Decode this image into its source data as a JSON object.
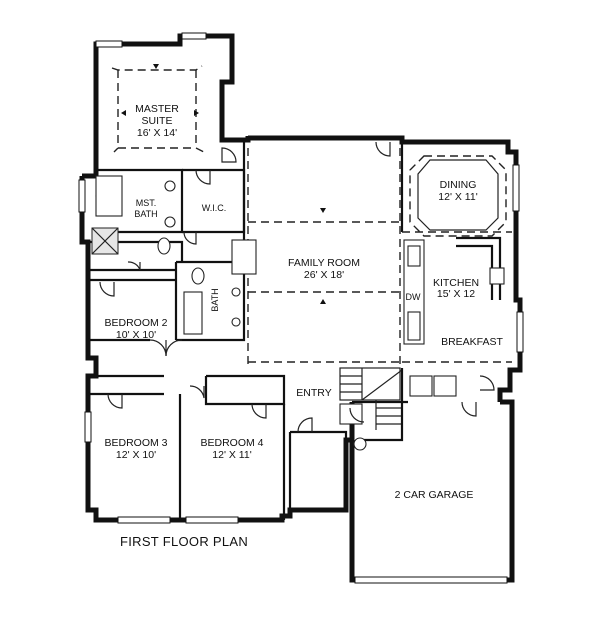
{
  "plan": {
    "title": "FIRST FLOOR PLAN",
    "rooms": {
      "master_suite": {
        "name_line1": "MASTER",
        "name_line2": "SUITE",
        "dims": "16' X 14'"
      },
      "mst_bath": {
        "name_line1": "MST.",
        "name_line2": "BATH"
      },
      "wic": {
        "name": "W.I.C."
      },
      "family_room": {
        "name": "FAMILY ROOM",
        "dims": "26' X 18'"
      },
      "dining": {
        "name": "DINING",
        "dims": "12' X 11'"
      },
      "kitchen": {
        "name": "KITCHEN",
        "dims": "15' X 12"
      },
      "dw": {
        "name": "DW"
      },
      "breakfast": {
        "name": "BREAKFAST"
      },
      "bath": {
        "name": "BATH"
      },
      "bedroom2": {
        "name": "BEDROOM 2",
        "dims": "10' X 10'"
      },
      "entry": {
        "name": "ENTRY"
      },
      "bedroom3": {
        "name": "BEDROOM 3",
        "dims": "12' X 10'"
      },
      "bedroom4": {
        "name": "BEDROOM 4",
        "dims": "12' X 11'"
      },
      "garage": {
        "name": "2 CAR GARAGE"
      }
    }
  }
}
